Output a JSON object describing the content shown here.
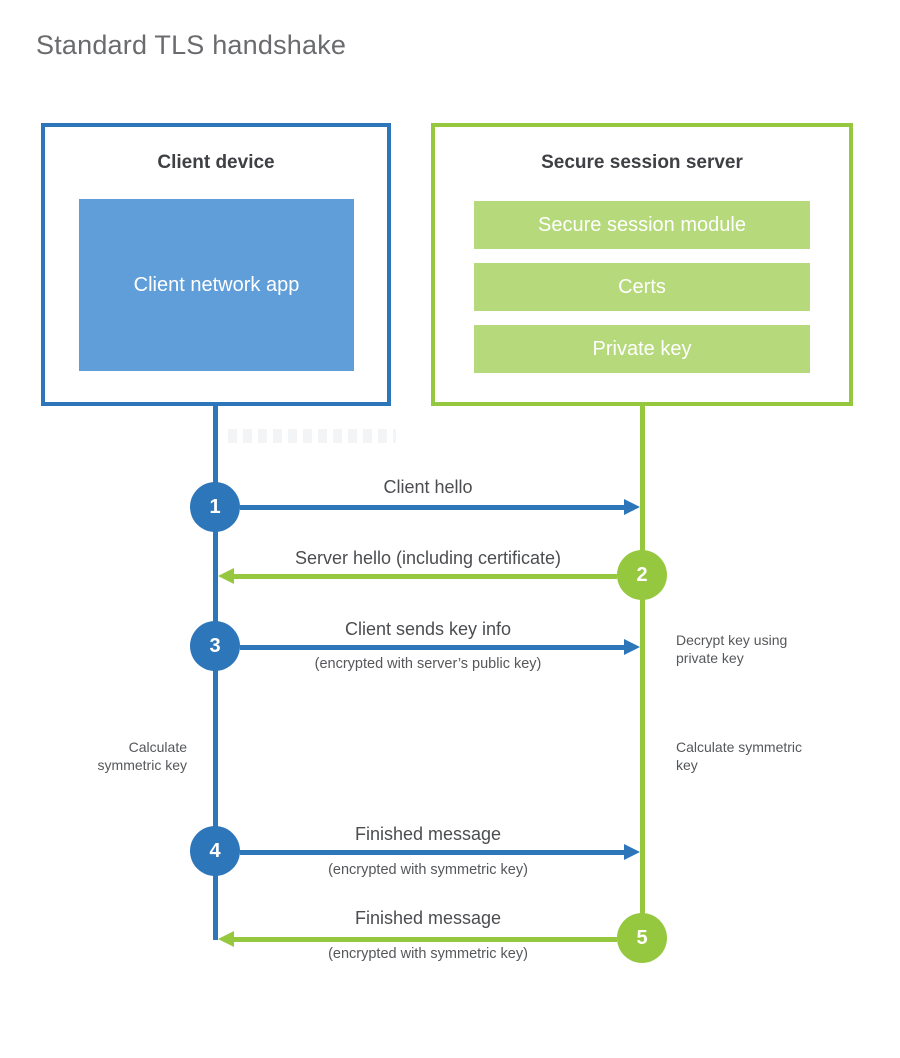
{
  "title": "Standard TLS handshake",
  "client_box": {
    "title": "Client device",
    "app_label": "Client network app"
  },
  "server_box": {
    "title": "Secure session server",
    "modules": [
      {
        "label": "Secure session module"
      },
      {
        "label": "Certs"
      },
      {
        "label": "Private key"
      }
    ]
  },
  "steps": [
    {
      "num": "1",
      "actor": "client",
      "direction": "right",
      "label": "Client hello",
      "sublabel": ""
    },
    {
      "num": "2",
      "actor": "server",
      "direction": "left",
      "label": "Server hello (including certificate)",
      "sublabel": ""
    },
    {
      "num": "3",
      "actor": "client",
      "direction": "right",
      "label": "Client sends key info",
      "sublabel": "(encrypted with server’s public key)"
    },
    {
      "num": "4",
      "actor": "client",
      "direction": "right",
      "label": "Finished message",
      "sublabel": "(encrypted with symmetric key)"
    },
    {
      "num": "5",
      "actor": "server",
      "direction": "left",
      "label": "Finished message",
      "sublabel": "(encrypted with symmetric key)"
    }
  ],
  "annotations": {
    "decrypt_note": "Decrypt key using private key",
    "client_calculate_note": "Calculate symmetric key",
    "server_calculate_note": "Calculate symmetric key"
  },
  "colors": {
    "client_primary": "#2d76ba",
    "client_fill": "#5f9ed8",
    "server_primary": "#95c83f",
    "server_fill": "#b5d97b"
  }
}
